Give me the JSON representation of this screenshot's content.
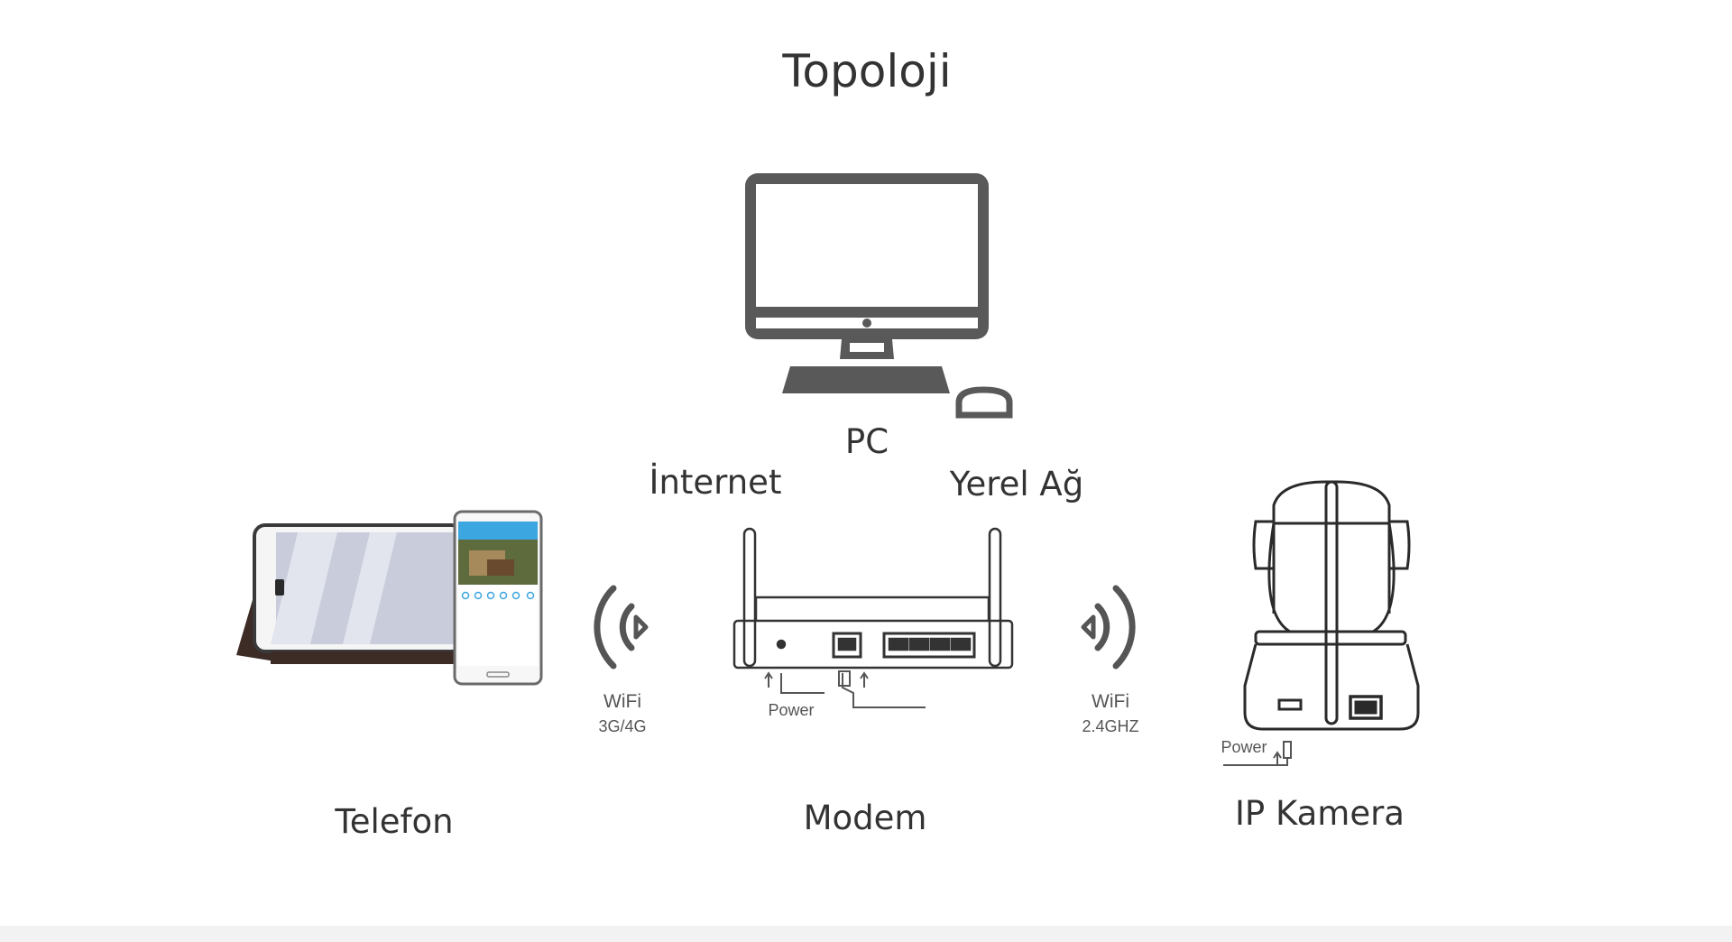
{
  "title": "Topoloji",
  "nodes": {
    "pc": "PC",
    "internet": "İnternet",
    "local_network": "Yerel Ağ",
    "phone": "Telefon",
    "modem": "Modem",
    "camera": "IP Kamera"
  },
  "links": {
    "left_wifi": {
      "label": "WiFi",
      "sub": "3G/4G"
    },
    "right_wifi": {
      "label": "WiFi",
      "sub": "2.4GHZ"
    }
  },
  "power_labels": {
    "modem": "Power",
    "camera": "Power"
  },
  "colors": {
    "icon": "#595959",
    "text": "#333333",
    "outline": "#2a2a2a"
  }
}
